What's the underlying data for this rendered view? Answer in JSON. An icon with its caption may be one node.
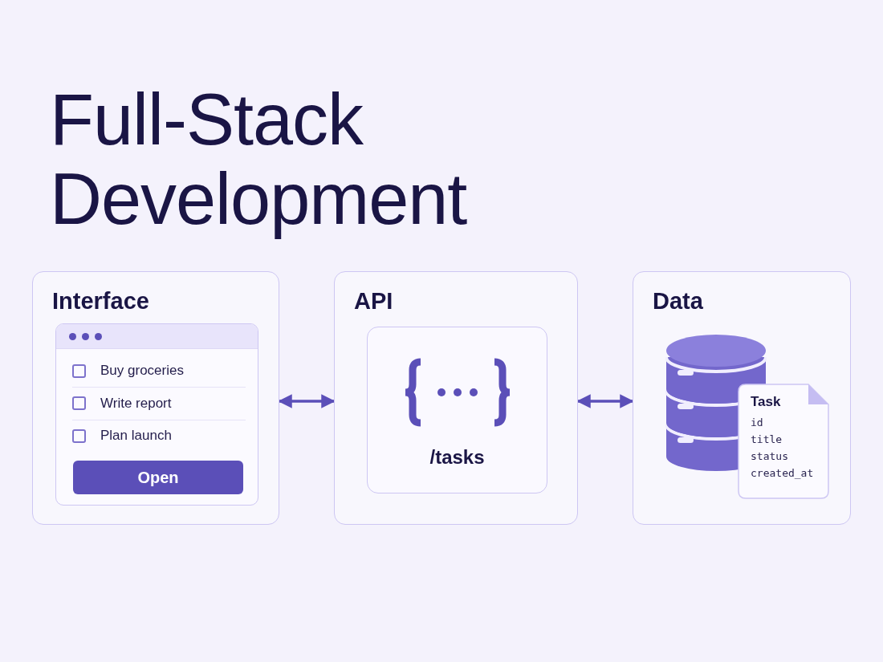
{
  "diagram": {
    "title": "Full-Stack Development",
    "nodes": [
      {
        "text": [
          "Interface"
        ]
      },
      {
        "text": [
          "Buy groceries",
          "Write report",
          "Plan launch"
        ],
        "in": 0
      },
      {
        "text": [
          "Open"
        ],
        "in": 1
      },
      {
        "text": [
          "API"
        ]
      },
      {
        "text": [
          "/tasks"
        ],
        "in": 3
      },
      {
        "text": [
          "Data"
        ]
      },
      {
        "text": [
          "Task",
          "id",
          "title",
          "status",
          "created_at"
        ],
        "in": 5
      }
    ],
    "edges": [
      {
        "from": 0,
        "to": 3,
        "arrow": "both"
      },
      {
        "from": 3,
        "to": 5,
        "arrow": "both"
      }
    ]
  }
}
